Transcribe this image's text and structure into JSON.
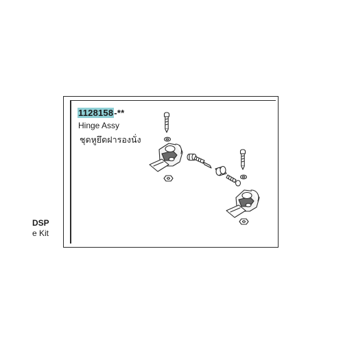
{
  "part": {
    "number_highlight": "1128158",
    "number_suffix": "-**",
    "name_en": "Hinge Assy",
    "name_th": "ชุดหูยึดฝารองนั่ง"
  },
  "side_labels": {
    "line1": "DSP",
    "line2": "e Kit"
  },
  "colors": {
    "highlight": "#8fd0d6",
    "line": "#2a2a2a"
  }
}
